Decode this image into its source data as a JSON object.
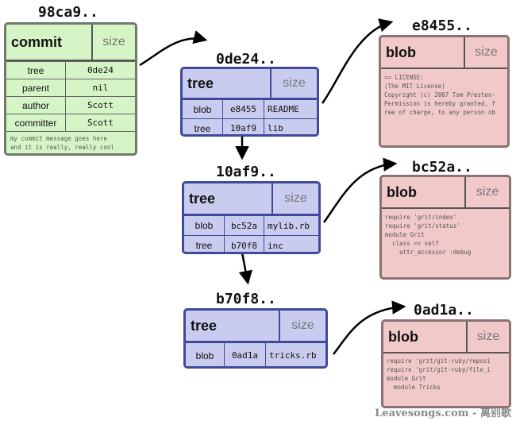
{
  "commit": {
    "hash": "98ca9..",
    "type": "commit",
    "size": "size",
    "rows": [
      {
        "key": "tree",
        "value": "0de24"
      },
      {
        "key": "parent",
        "value": "nil"
      },
      {
        "key": "author",
        "value": "Scott"
      },
      {
        "key": "committer",
        "value": "Scott"
      }
    ],
    "message": [
      "my commit message goes here",
      "and it is really, really cool"
    ]
  },
  "trees": [
    {
      "hash": "0de24..",
      "type": "tree",
      "size": "size",
      "entries": [
        {
          "type": "blob",
          "hash": "e8455",
          "name": "README"
        },
        {
          "type": "tree",
          "hash": "10af9",
          "name": "lib"
        }
      ]
    },
    {
      "hash": "10af9..",
      "type": "tree",
      "size": "size",
      "entries": [
        {
          "type": "blob",
          "hash": "bc52a",
          "name": "mylib.rb"
        },
        {
          "type": "tree",
          "hash": "b70f8",
          "name": "inc"
        }
      ]
    },
    {
      "hash": "b70f8..",
      "type": "tree",
      "size": "size",
      "entries": [
        {
          "type": "blob",
          "hash": "0ad1a",
          "name": "tricks.rb"
        }
      ]
    }
  ],
  "blobs": [
    {
      "hash": "e8455..",
      "type": "blob",
      "size": "size",
      "lines": [
        "== LICENSE:",
        "",
        "(The MIT License)",
        "",
        "Copyright (c) 2007 Tom Preston-",
        "",
        "Permission is hereby granted, f",
        "ree of charge, to any person ob"
      ]
    },
    {
      "hash": "bc52a..",
      "type": "blob",
      "size": "size",
      "lines": [
        "require 'grit/index'",
        "require 'grit/status'",
        "",
        "",
        "module Grit",
        "  class << self",
        "    attr_accessor :debug"
      ]
    },
    {
      "hash": "0ad1a..",
      "type": "blob",
      "size": "size",
      "lines": [
        "require 'grit/git-ruby/reposi",
        "require 'grit/git-ruby/file_i",
        "",
        "module Grit",
        "  module Tricks"
      ]
    }
  ],
  "watermark": "Leavesongs.com - 离别歌"
}
